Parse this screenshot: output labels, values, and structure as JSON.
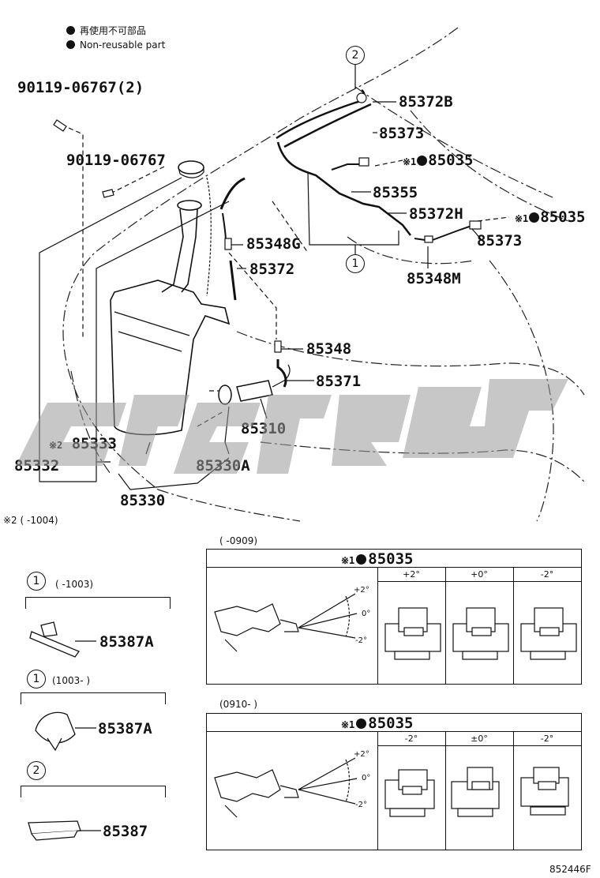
{
  "legend": {
    "japanese": "再使用不可部品",
    "english": "Non-reusable part"
  },
  "labels": {
    "bolt_a": "90119-06767(2)",
    "bolt_b": "90119-06767",
    "p85372B": "85372B",
    "p85373_top": "85373",
    "p85035_top_prefix": "※1",
    "p85035_top": "85035",
    "p85355": "85355",
    "p85372H": "85372H",
    "p85035_right_prefix": "※1",
    "p85035_right": "85035",
    "p85373_right": "85373",
    "p85348G": "85348G",
    "p85372": "85372",
    "p85348M": "85348M",
    "p85348": "85348",
    "p85371": "85371",
    "p85310": "85310",
    "p85333_prefix": "※2",
    "p85333": "85333",
    "p85332": "85332",
    "p85330A": "85330A",
    "p85330": "85330",
    "note2": "※2 (      -1004)",
    "circle1": "1",
    "circle2": "2"
  },
  "insets": {
    "inset1": {
      "circle": "1",
      "range": "(      -1003)",
      "part": "85387A"
    },
    "inset2": {
      "circle": "1",
      "range": "(1003-      )",
      "part": "85387A"
    },
    "inset3": {
      "circle": "2",
      "part": "85387"
    }
  },
  "tables": {
    "table1": {
      "range": "(      -0909)",
      "title_prefix": "※1",
      "title": "85035",
      "cols": [
        "+2°",
        "+0°",
        "-2°"
      ],
      "angles": [
        "+2°",
        "0°",
        "-2°"
      ]
    },
    "table2": {
      "range": "(0910-      )",
      "title_prefix": "※1",
      "title": "85035",
      "cols": [
        "-2°",
        "±0°",
        "-2°"
      ],
      "angles": [
        "+2°",
        "0°",
        "-2°"
      ]
    }
  },
  "figure_id": "852446F"
}
